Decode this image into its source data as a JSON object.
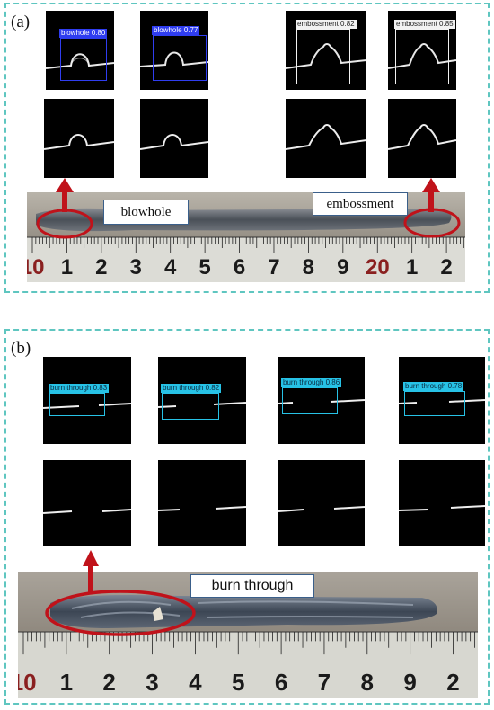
{
  "panel_a": {
    "label": "(a)",
    "detections": [
      {
        "class": "blowhole",
        "score": "0.80"
      },
      {
        "class": "blowhole",
        "score": "0.77"
      },
      {
        "class": "embossment",
        "score": "0.82"
      },
      {
        "class": "embossment",
        "score": "0.85"
      }
    ],
    "callouts": {
      "left": "blowhole",
      "right": "embossment"
    },
    "ruler_numbers": [
      "10",
      "1",
      "2",
      "3",
      "4",
      "5",
      "6",
      "7",
      "8",
      "9",
      "20",
      "1",
      "2"
    ]
  },
  "panel_b": {
    "label": "(b)",
    "detections": [
      {
        "class": "burn through",
        "score": "0.83"
      },
      {
        "class": "burn through",
        "score": "0.82"
      },
      {
        "class": "burn through",
        "score": "0.86"
      },
      {
        "class": "burn through",
        "score": "0.78"
      }
    ],
    "callout": "burn through",
    "ruler_numbers": [
      "10",
      "1",
      "2",
      "3",
      "4",
      "5",
      "6",
      "7",
      "8",
      "9",
      "2"
    ]
  },
  "colors": {
    "frame": "#5fc6c0",
    "blowhole_box": "#2f3df0",
    "embossment_box": "#f2f2f2",
    "burn_box": "#27c2e6",
    "arrow": "#c0121a"
  }
}
